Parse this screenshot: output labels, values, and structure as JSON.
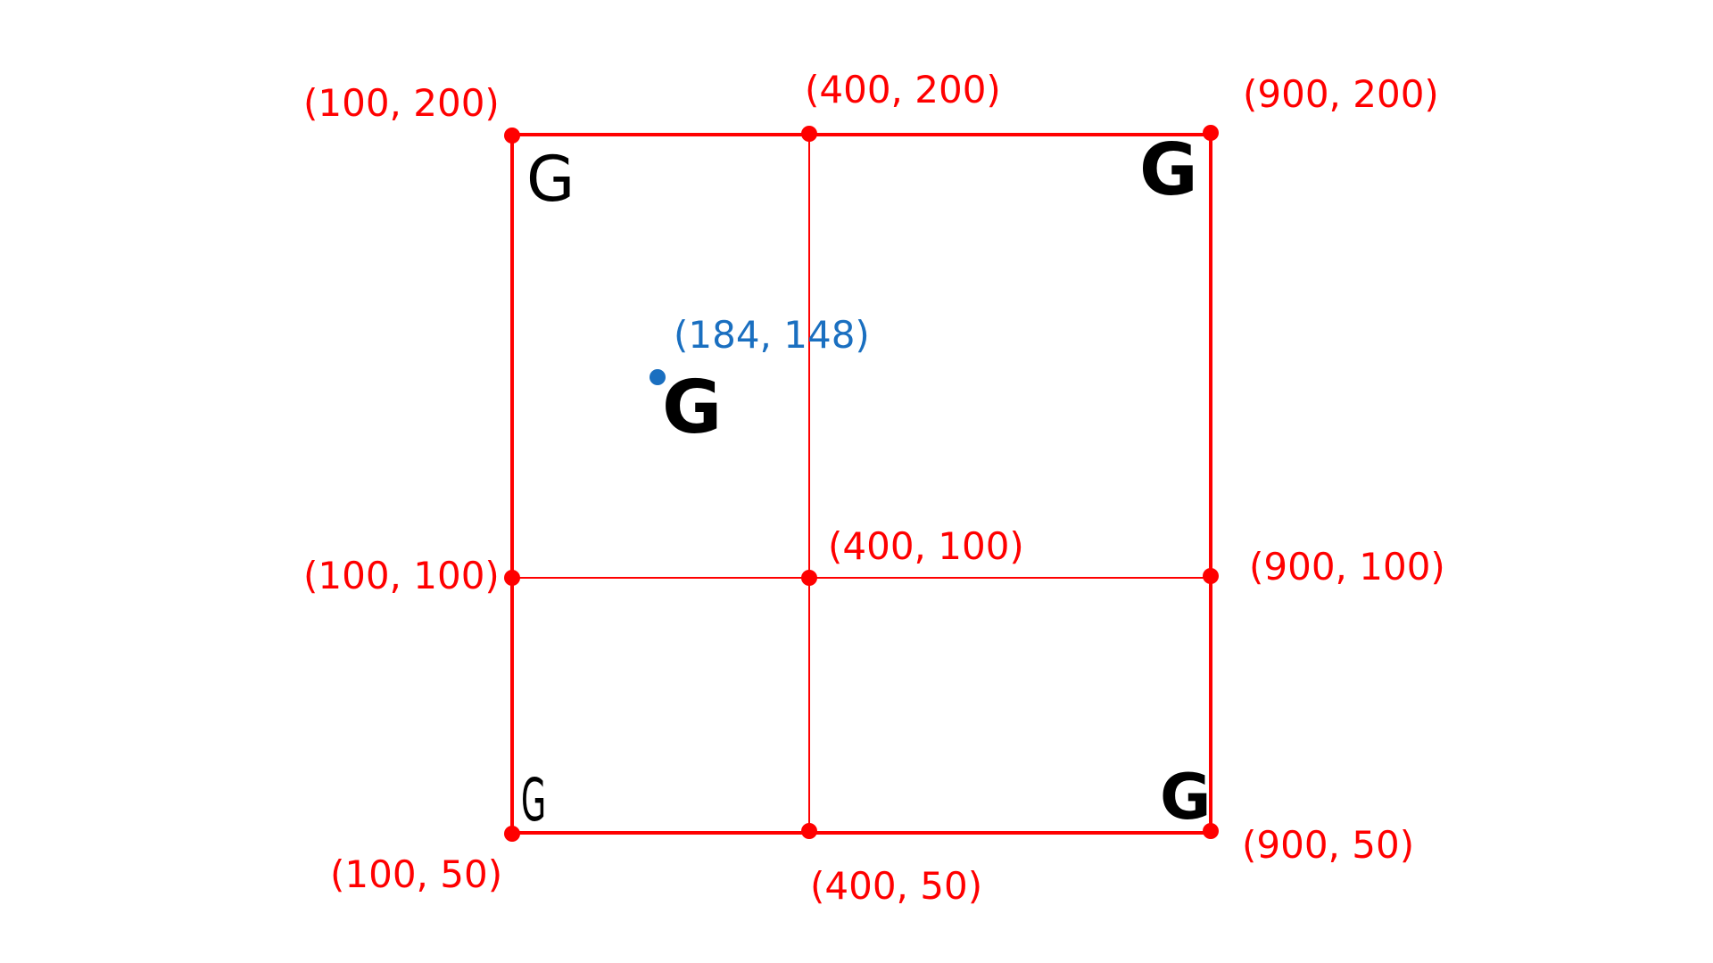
{
  "colors": {
    "grid": "#ff0000",
    "point": "#ff0000",
    "label": "#ff0000",
    "sample_point": "#1a6fc0",
    "sample_label": "#1a6fc0",
    "glyph": "#000000"
  },
  "grid_points": [
    {
      "id": "p-100-200",
      "label": "(100, 200)"
    },
    {
      "id": "p-400-200",
      "label": "(400, 200)"
    },
    {
      "id": "p-900-200",
      "label": "(900, 200)"
    },
    {
      "id": "p-100-100",
      "label": "(100, 100)"
    },
    {
      "id": "p-400-100",
      "label": "(400, 100)"
    },
    {
      "id": "p-900-100",
      "label": "(900, 100)"
    },
    {
      "id": "p-100-50",
      "label": "(100, 50)"
    },
    {
      "id": "p-400-50",
      "label": "(400, 50)"
    },
    {
      "id": "p-900-50",
      "label": "(900, 50)"
    }
  ],
  "sample_point": {
    "label": "(184, 148)"
  },
  "glyphs": {
    "top_left": "G",
    "top_right": "G",
    "bottom_left": "G",
    "bottom_right": "G",
    "sample": "G"
  }
}
